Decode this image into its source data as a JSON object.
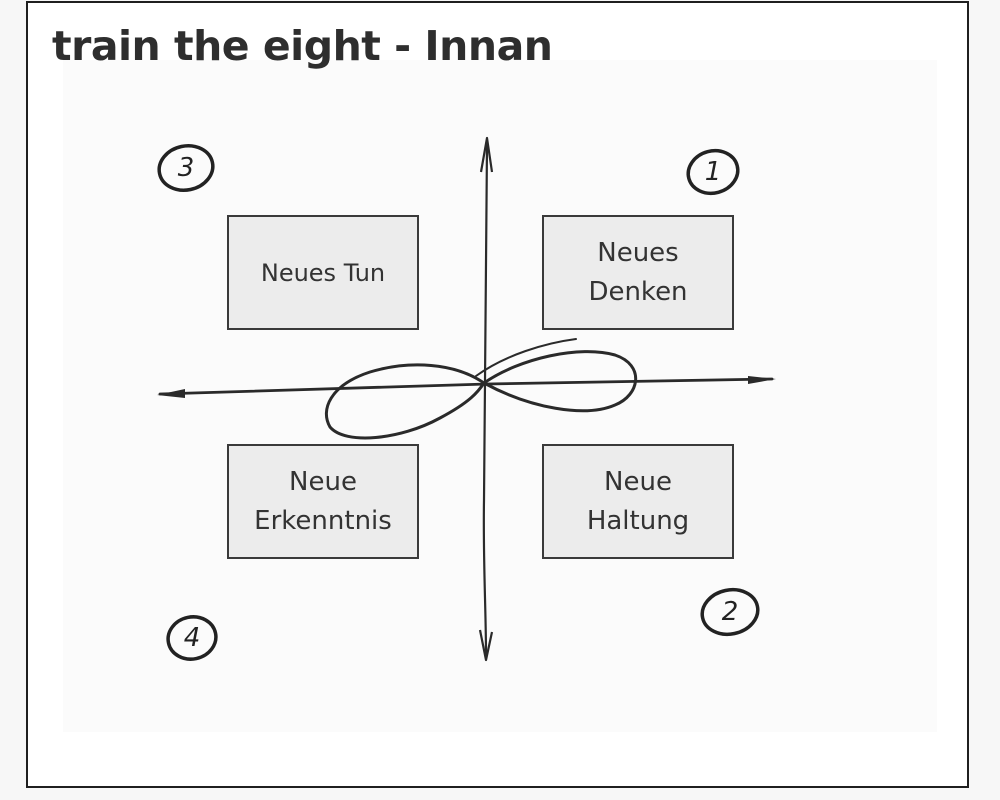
{
  "title": "train the eight - Innan",
  "quadrants": [
    {
      "number": "1",
      "label": "Neues\nDenken"
    },
    {
      "number": "2",
      "label": "Neue\nHaltung"
    },
    {
      "number": "3",
      "label": "Neues Tun"
    },
    {
      "number": "4",
      "label": "Neue\nErkenntnis"
    }
  ]
}
